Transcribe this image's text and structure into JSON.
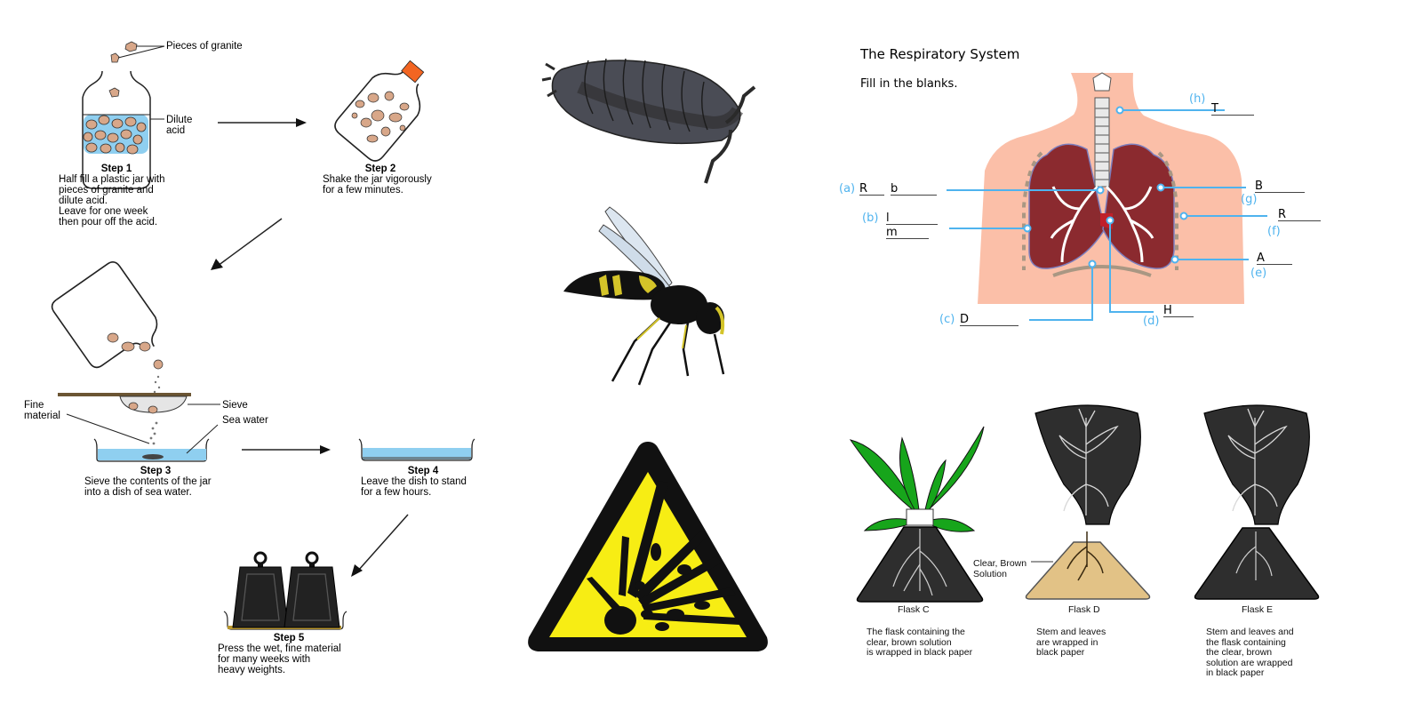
{
  "granite_process": {
    "labels": {
      "pieces_of_granite": "Pieces of granite",
      "dilute_acid": "Dilute acid",
      "fine_material": "Fine material",
      "sieve": "Sieve",
      "sea_water": "Sea water"
    },
    "steps": [
      {
        "title": "Step 1",
        "lines": [
          "Half fill a plastic jar with",
          "pieces of granite and",
          "dilute acid.",
          "Leave for one week",
          "then pour off the acid."
        ]
      },
      {
        "title": "Step 2",
        "lines": [
          "Shake the jar vigorously",
          "for a few minutes."
        ]
      },
      {
        "title": "Step 3",
        "lines": [
          "Sieve the contents of the jar",
          "into a dish of sea water."
        ]
      },
      {
        "title": "Step 4",
        "lines": [
          "Leave the dish to stand",
          "for a few hours."
        ]
      },
      {
        "title": "Step 5",
        "lines": [
          "Press the wet, fine material",
          "for many weeks with",
          "heavy weights."
        ]
      }
    ]
  },
  "middle_images": {
    "woodlouse": "woodlouse-illustration",
    "wasp": "wasp-illustration",
    "hazard": "explosive-hazard-sign"
  },
  "respiratory": {
    "title": "The Respiratory System",
    "instruction": "Fill in the blanks.",
    "blanks": [
      {
        "letter": "(a)",
        "hints": [
          "R",
          "b"
        ]
      },
      {
        "letter": "(b)",
        "hints": [
          "l",
          "m"
        ]
      },
      {
        "letter": "(c)",
        "hints": [
          "D"
        ]
      },
      {
        "letter": "(d)",
        "hints": [
          "H"
        ]
      },
      {
        "letter": "(e)",
        "hints": [
          "A"
        ]
      },
      {
        "letter": "(f)",
        "hints": [
          "R"
        ]
      },
      {
        "letter": "(g)",
        "hints": [
          "B"
        ]
      },
      {
        "letter": "(h)",
        "hints": [
          "T"
        ]
      }
    ],
    "colors": {
      "skin": "#fbbfa8",
      "lung": "#8b2a2f",
      "label": "#4fb3ee"
    }
  },
  "flasks": {
    "solution_label": "Clear, Brown Solution",
    "items": [
      {
        "name": "Flask C",
        "caption": [
          "The flask containing the",
          "clear, brown solution",
          "is wrapped in black paper"
        ]
      },
      {
        "name": "Flask D",
        "caption": [
          "Stem and leaves",
          "are wrapped in",
          "black paper"
        ]
      },
      {
        "name": "Flask E",
        "caption": [
          "Stem and leaves and",
          "the flask containing",
          "the clear, brown",
          "solution are wrapped",
          "in black paper"
        ]
      }
    ]
  }
}
